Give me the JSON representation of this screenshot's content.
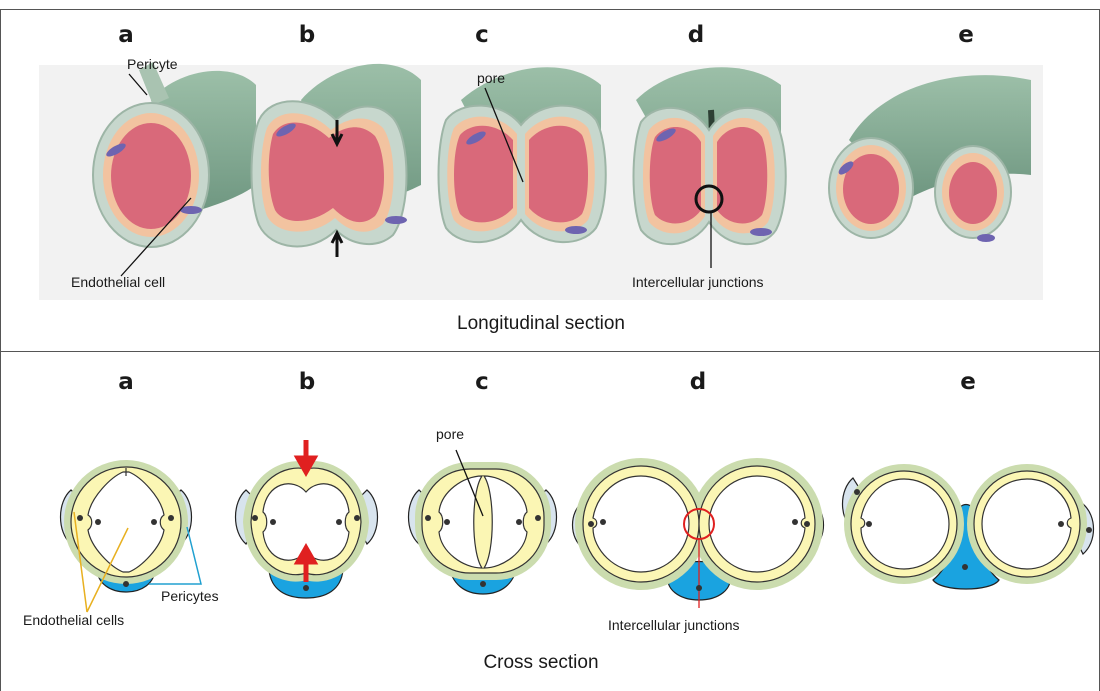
{
  "top_panel": {
    "letters": [
      "a",
      "b",
      "c",
      "d",
      "e"
    ],
    "labels": {
      "pericyte": "Pericyte",
      "pore": "pore",
      "endothelial_cell": "Endothelial cell",
      "intercellular_junctions": "Intercellular junctions"
    },
    "caption": "Longitudinal section"
  },
  "bottom_panel": {
    "letters": [
      "a",
      "b",
      "c",
      "d",
      "e"
    ],
    "labels": {
      "pore": "pore",
      "endothelial_cells": "Endothelial cells",
      "pericytes": "Pericytes",
      "intercellular_junctions": "Intercellular junctions"
    },
    "caption": "Cross section"
  },
  "colors": {
    "vessel_green": "#7fa78f",
    "lumen_pink": "#d9697a",
    "cell_peach": "#f2c3a0",
    "pericyte_blue": "#1aa3e0",
    "endothelial_yellow": "#fbf6b4",
    "arrow_red": "#e02020",
    "highlight_red": "#e02020",
    "label_line_yellow": "#e8b020",
    "label_line_blue": "#20a0d0"
  }
}
